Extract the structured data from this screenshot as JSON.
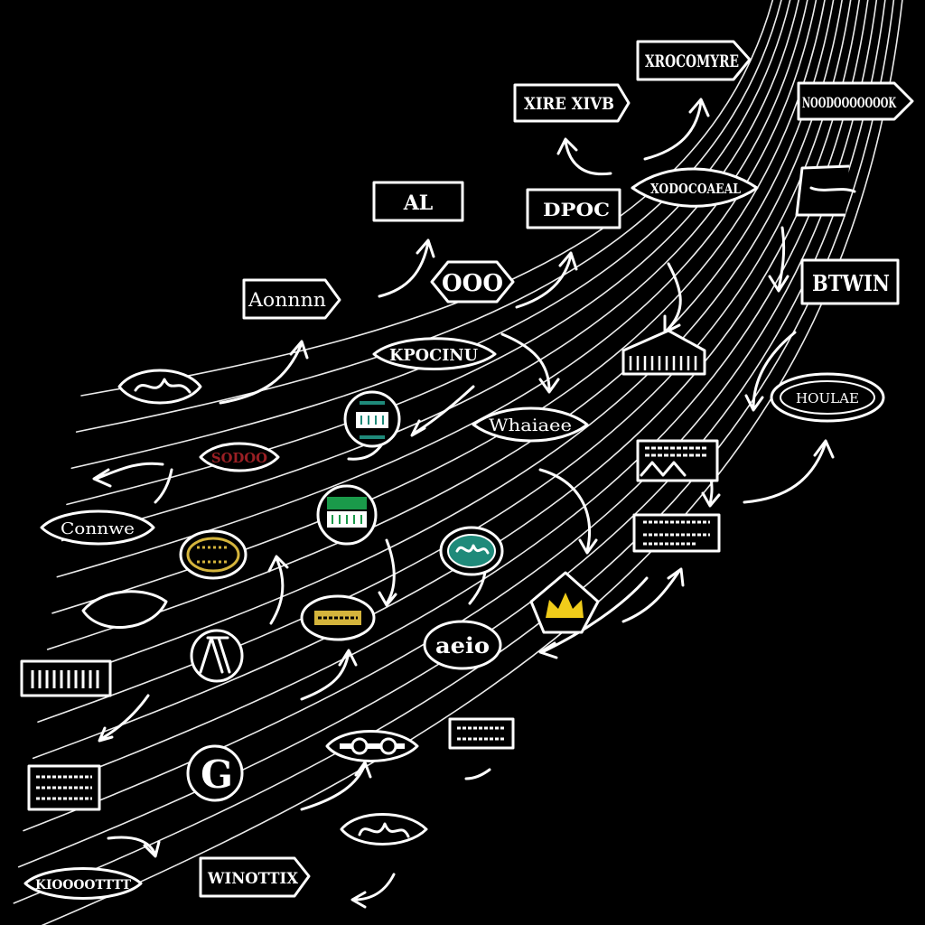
{
  "scene": {
    "background": "#000000",
    "stroke_color": "#ffffff",
    "labels": {
      "a": "XROCOMYRE",
      "b": "XIRE XIVB",
      "c": "NOODOOOOOOOK",
      "d": "XODOCOAEAL",
      "e": "AL",
      "f": "DPOC",
      "g": "BTWIN",
      "h": "Aonnnn",
      "i": "OOO",
      "j": "KPOCINU",
      "k": "HOULAE",
      "l": "Whaiaee",
      "m": "SODOO",
      "n": "Connwe",
      "o": "aeio",
      "p": "G",
      "q": "WINOTTIX",
      "r": "KIOOOOTTTT"
    },
    "badge_colors": {
      "teal": "#1f8a7a",
      "green": "#1a9a4a",
      "red": "#9a1f24",
      "yellow": "#f0cc1a",
      "gold": "#d4b43c"
    },
    "icons": [
      "arrow-icon",
      "emblem-icon",
      "crown-icon",
      "bridge-icon",
      "link-icon"
    ]
  }
}
